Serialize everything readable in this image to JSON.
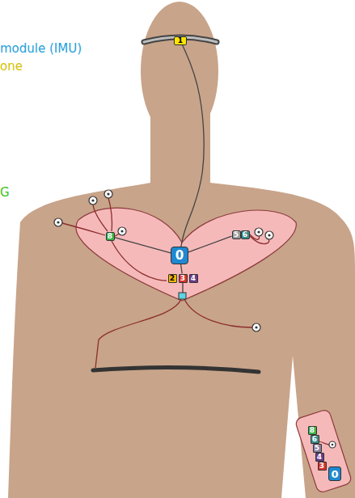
{
  "diagram": {
    "nodes": [
      {
        "text": [
          "1"
        ]
      },
      {
        "text": [
          "8"
        ]
      },
      {
        "text": [
          "0"
        ]
      },
      {
        "text": [
          "5"
        ]
      },
      {
        "text": [
          "6"
        ]
      },
      {
        "text": [
          "2"
        ]
      },
      {
        "text": [
          "3"
        ]
      },
      {
        "text": [
          "4"
        ]
      },
      {
        "text": [
          "8"
        ]
      },
      {
        "text": [
          "6"
        ]
      },
      {
        "text": [
          "5"
        ]
      },
      {
        "text": [
          "4"
        ]
      },
      {
        "text": [
          "3"
        ]
      },
      {
        "text": [
          "0"
        ]
      }
    ],
    "edges": [
      {
        "from": 0,
        "to": 2,
        "arrow": "none"
      },
      {
        "from": 2,
        "to": 1,
        "arrow": "none"
      },
      {
        "from": 2,
        "to": 3,
        "arrow": "none"
      },
      {
        "from": 2,
        "to": 6,
        "arrow": "none"
      }
    ],
    "labels": [
      "module (IMU)",
      "one",
      "G"
    ]
  }
}
